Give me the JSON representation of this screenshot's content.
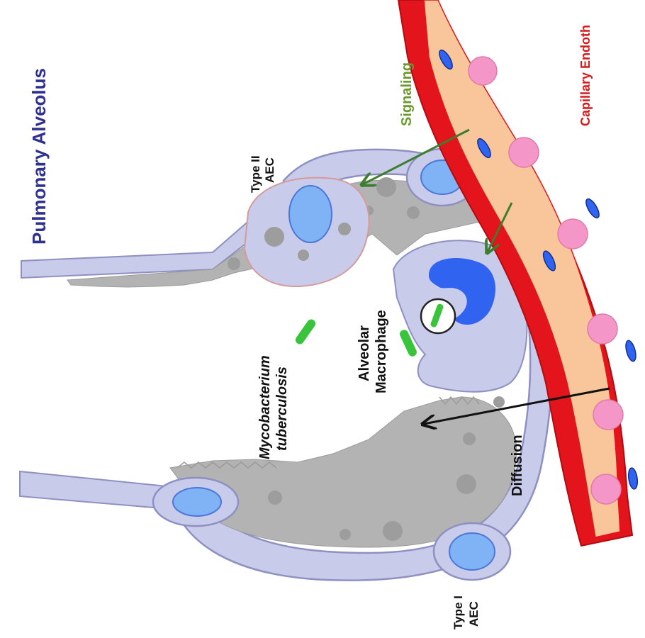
{
  "labels": {
    "title": "Pulmonary Alveolus",
    "capillary": "Capillary Endoth",
    "signaling": "Signaling",
    "type2_line1": "Type II",
    "type2_line2": "AEC",
    "macrophage_line1": "Alveolar",
    "macrophage_line2": "Macrophage",
    "mtb_line1": "Mycobacterium",
    "mtb_line2": "tuberculosis",
    "diffusion": "Diffusion",
    "type1_line1": "Type I",
    "type1_line2": "AEC"
  },
  "colors": {
    "title": "#2E3192",
    "capillary_label": "#D7191C",
    "signaling": "#6A9A2C",
    "membrane": "#C9CBEA",
    "membrane_stroke": "#8E90C2",
    "lining_fluid": "#B3B3B3",
    "capillary_wall": "#E3141B",
    "plasma": "#F9C59B",
    "red_cell": "#F497C8",
    "nucleus": "#7FB3F5",
    "macrophage_nucleus": "#2F63F0",
    "bacterium": "#39C43B",
    "arrow_signal": "#3E7D2E",
    "arrow_diffusion": "#111111"
  }
}
